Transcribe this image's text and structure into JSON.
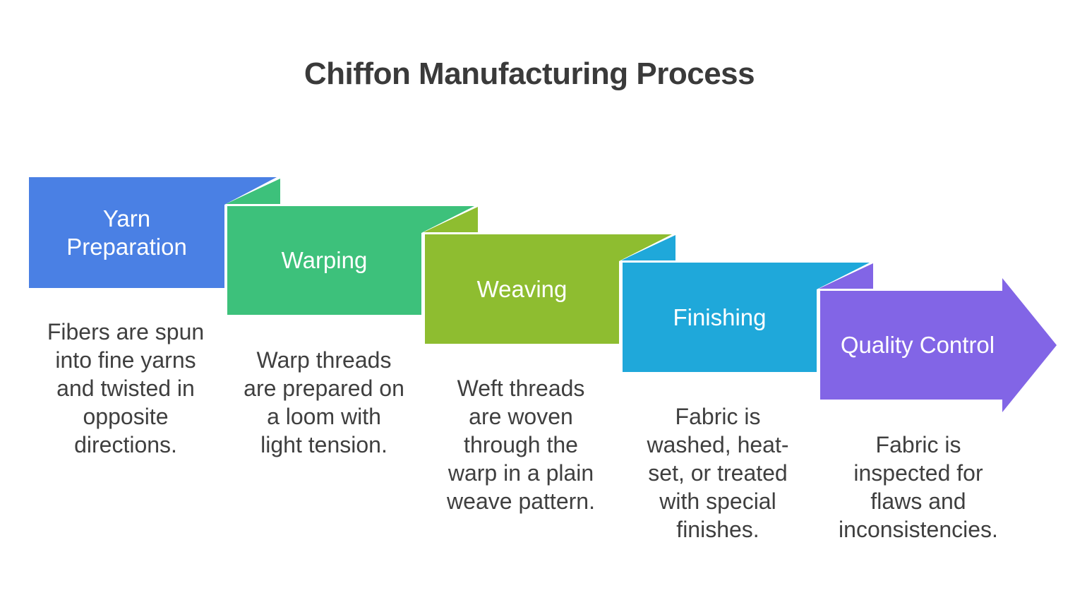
{
  "title": "Chiffon Manufacturing Process",
  "colors": {
    "title_text": "#3a3a3a",
    "body_text": "#3f3f3f",
    "step_label_text": "#ffffff",
    "background": "#ffffff"
  },
  "steps": [
    {
      "label": "Yarn Preparation",
      "label_lines": [
        "Yarn",
        "Preparation"
      ],
      "color": "#4a80e4",
      "description": "Fibers are spun into fine yarns and twisted in opposite directions.",
      "desc_lines": [
        "Fibers are spun",
        "into fine yarns",
        "and twisted in",
        "opposite",
        "directions."
      ]
    },
    {
      "label": "Warping",
      "color": "#3dc17b",
      "description": "Warp threads are prepared on a loom with light tension.",
      "desc_lines": [
        "Warp threads",
        "are prepared on",
        "a loom with",
        "light tension."
      ]
    },
    {
      "label": "Weaving",
      "color": "#8ebd30",
      "description": "Weft threads are woven through the warp in a plain weave pattern.",
      "desc_lines": [
        "Weft threads",
        "are woven",
        "through the",
        "warp in a plain",
        "weave pattern."
      ]
    },
    {
      "label": "Finishing",
      "color": "#1fa8da",
      "description": "Fabric is washed, heat-set, or treated with special finishes.",
      "desc_lines": [
        "Fabric is",
        "washed, heat-",
        "set, or treated",
        "with special",
        "finishes."
      ]
    },
    {
      "label": "Quality Control",
      "color": "#8265e6",
      "description": "Fabric is inspected for flaws and inconsistencies.",
      "desc_lines": [
        "Fabric is",
        "inspected for",
        "flaws and",
        "inconsistencies."
      ]
    }
  ]
}
